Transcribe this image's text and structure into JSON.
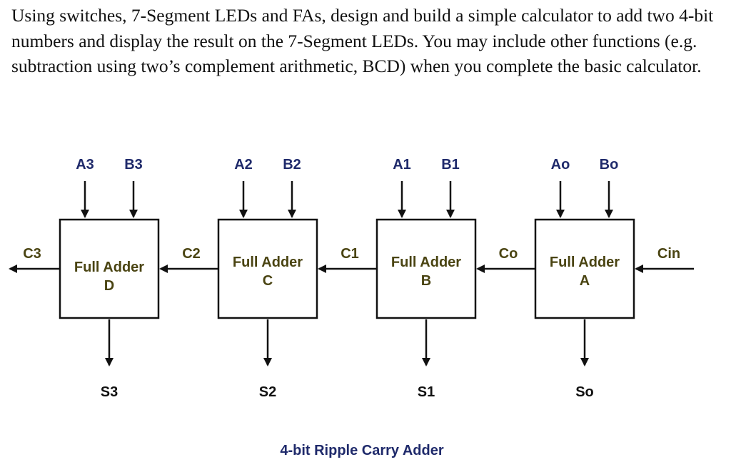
{
  "problem_text": "Using switches, 7-Segment LEDs and FAs, design and build a simple calculator to add two 4-bit numbers and display the result on the 7-Segment LEDs. You may include other functions (e.g. subtraction using two’s complement arithmetic, BCD) when you complete the basic calculator.",
  "adders": [
    {
      "name": "Full Adder",
      "id": "D",
      "a": "A3",
      "b": "B3",
      "carry_out": "C3",
      "sum": "S3"
    },
    {
      "name": "Full Adder",
      "id": "C",
      "a": "A2",
      "b": "B2",
      "carry_out": "C2",
      "sum": "S2"
    },
    {
      "name": "Full Adder",
      "id": "B",
      "a": "A1",
      "b": "B1",
      "carry_out": "C1",
      "sum": "S1"
    },
    {
      "name": "Full Adder",
      "id": "A",
      "a": "Ao",
      "b": "Bo",
      "carry_out": "Co",
      "sum": "So"
    }
  ],
  "carry_in": "Cin",
  "caption": "4-bit Ripple Carry Adder",
  "colors": {
    "inputs": "#1f2a6b",
    "carries": "#4a4412",
    "sums": "#111111",
    "caption": "#1f2a6b"
  }
}
